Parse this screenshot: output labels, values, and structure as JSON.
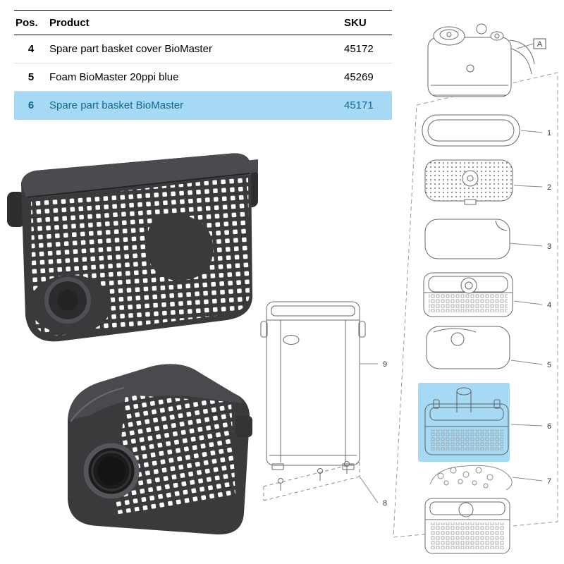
{
  "table": {
    "headers": {
      "pos": "Pos.",
      "product": "Product",
      "sku": "SKU"
    },
    "rows": [
      {
        "pos": "4",
        "product": "Spare part basket cover BioMaster",
        "sku": "45172"
      },
      {
        "pos": "5",
        "product": "Foam BioMaster 20ppi blue",
        "sku": "45269"
      },
      {
        "pos": "6",
        "product": "Spare part basket BioMaster",
        "sku": "45171"
      }
    ],
    "highlighted_row_pos": "6"
  },
  "exploded": {
    "frame_label": "A",
    "callouts": [
      "1",
      "2",
      "3",
      "4",
      "5",
      "6",
      "7"
    ],
    "highlight_color": "#A6D9F3"
  },
  "canister": {
    "callout_body": "9",
    "callout_base": "8"
  },
  "colors": {
    "row_highlight_bg": "#A6D9F3",
    "row_highlight_text": "#17678F",
    "basket_dark": "#3a3a3d",
    "line_art": "#6a6a6a"
  }
}
